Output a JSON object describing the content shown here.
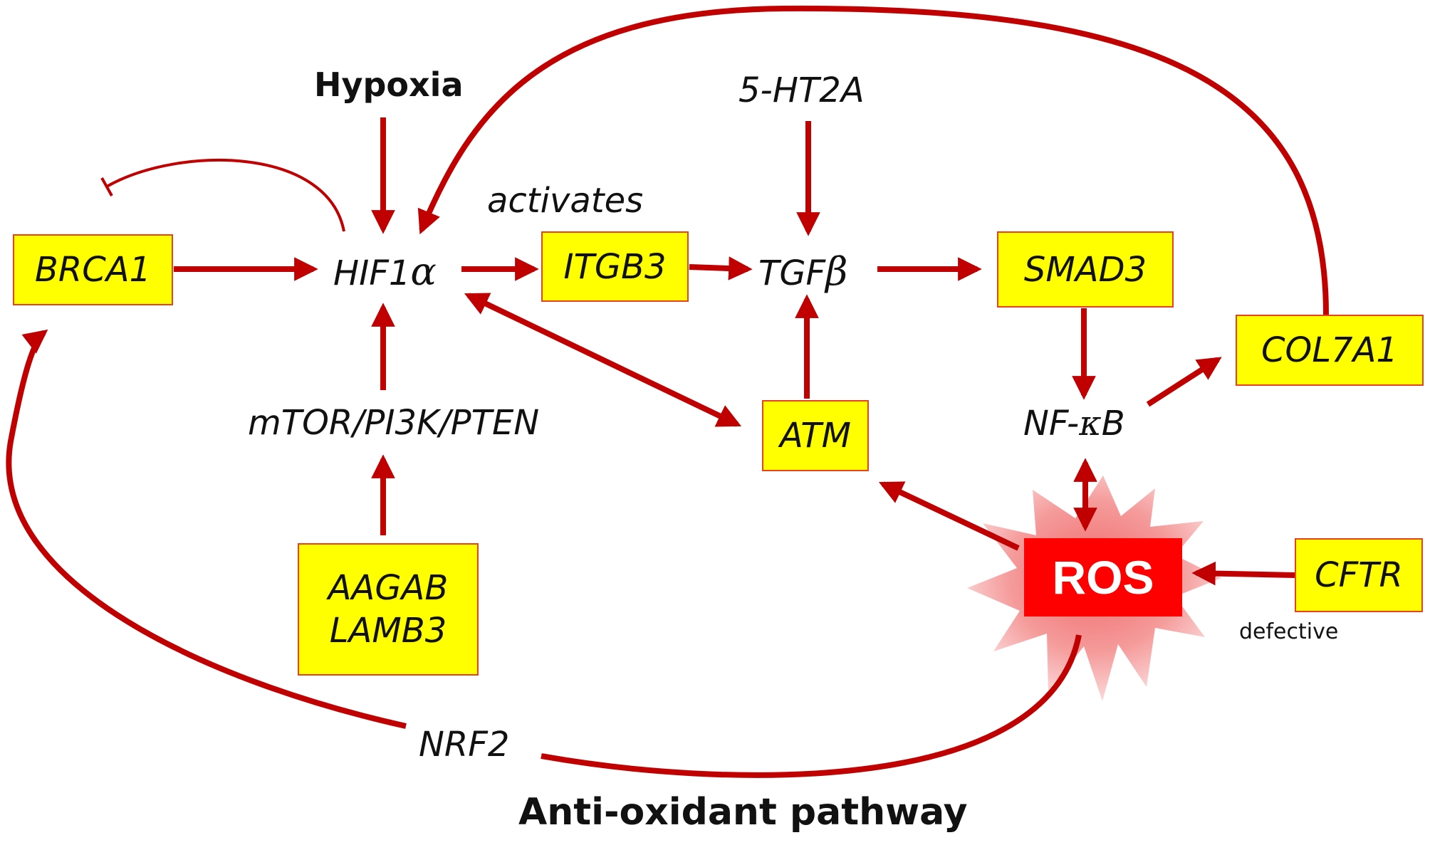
{
  "nodes": {
    "hypoxia": "Hypoxia",
    "ht2a": "5-HT2A",
    "activates": "activates",
    "brca1": "BRCA1",
    "hif1a": {
      "text": "HIF1",
      "sym": "α"
    },
    "itgb3": "ITGB3",
    "tgfb": {
      "text": "TGF",
      "sym": "β"
    },
    "smad3": "SMAD3",
    "col7a1": "COL7A1",
    "mtor": "mTOR/PI3K/PTEN",
    "atm": "ATM",
    "nfkb": {
      "pre": "NF-",
      "sym": "κ",
      "post": "B"
    },
    "aagab": "AAGAB",
    "lamb3": "LAMB3",
    "ros": "ROS",
    "cftr": "CFTR",
    "defective": "defective",
    "nrf2": "NRF2",
    "pathway": "Anti-oxidant pathway"
  },
  "colors": {
    "arrow": "#c00000",
    "box_fill": "#ffff00",
    "box_border": "#e8431f",
    "ros_fill": "#ff0000",
    "burst_fill": "#f47c7c"
  }
}
